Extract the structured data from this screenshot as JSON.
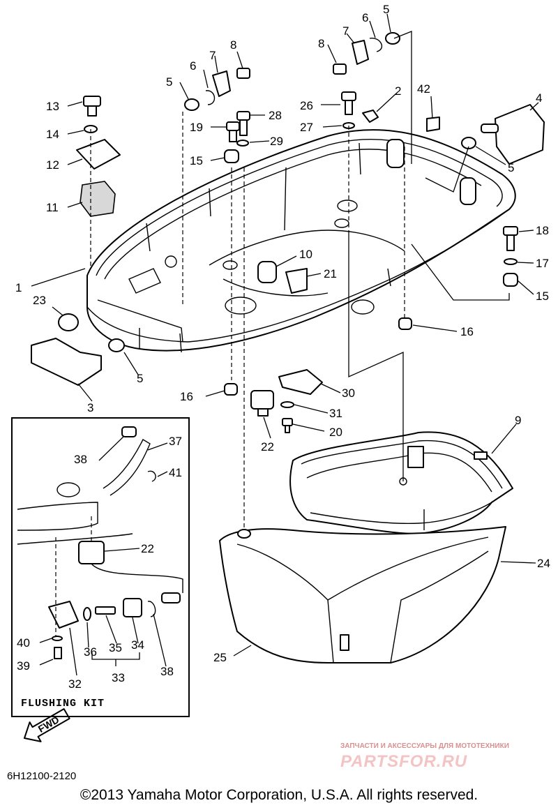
{
  "callouts": [
    {
      "id": "c1",
      "text": "1"
    },
    {
      "id": "c2",
      "text": "2"
    },
    {
      "id": "c3",
      "text": "3"
    },
    {
      "id": "c4",
      "text": "4"
    },
    {
      "id": "c5a",
      "text": "5"
    },
    {
      "id": "c5b",
      "text": "5"
    },
    {
      "id": "c5c",
      "text": "5"
    },
    {
      "id": "c5d",
      "text": "5"
    },
    {
      "id": "c6a",
      "text": "6"
    },
    {
      "id": "c6b",
      "text": "6"
    },
    {
      "id": "c7a",
      "text": "7"
    },
    {
      "id": "c7b",
      "text": "7"
    },
    {
      "id": "c8a",
      "text": "8"
    },
    {
      "id": "c8b",
      "text": "8"
    },
    {
      "id": "c9",
      "text": "9"
    },
    {
      "id": "c10",
      "text": "10"
    },
    {
      "id": "c11",
      "text": "11"
    },
    {
      "id": "c12",
      "text": "12"
    },
    {
      "id": "c13",
      "text": "13"
    },
    {
      "id": "c14",
      "text": "14"
    },
    {
      "id": "c15a",
      "text": "15"
    },
    {
      "id": "c15b",
      "text": "15"
    },
    {
      "id": "c16a",
      "text": "16"
    },
    {
      "id": "c16b",
      "text": "16"
    },
    {
      "id": "c17",
      "text": "17"
    },
    {
      "id": "c18",
      "text": "18"
    },
    {
      "id": "c19",
      "text": "19"
    },
    {
      "id": "c20",
      "text": "20"
    },
    {
      "id": "c21",
      "text": "21"
    },
    {
      "id": "c22a",
      "text": "22"
    },
    {
      "id": "c22b",
      "text": "22"
    },
    {
      "id": "c23",
      "text": "23"
    },
    {
      "id": "c24",
      "text": "24"
    },
    {
      "id": "c25",
      "text": "25"
    },
    {
      "id": "c26",
      "text": "26"
    },
    {
      "id": "c27",
      "text": "27"
    },
    {
      "id": "c28",
      "text": "28"
    },
    {
      "id": "c29",
      "text": "29"
    },
    {
      "id": "c30",
      "text": "30"
    },
    {
      "id": "c31",
      "text": "31"
    },
    {
      "id": "c32",
      "text": "32"
    },
    {
      "id": "c33",
      "text": "33"
    },
    {
      "id": "c34",
      "text": "34"
    },
    {
      "id": "c35",
      "text": "35"
    },
    {
      "id": "c36",
      "text": "36"
    },
    {
      "id": "c37",
      "text": "37"
    },
    {
      "id": "c38a",
      "text": "38"
    },
    {
      "id": "c38b",
      "text": "38"
    },
    {
      "id": "c39",
      "text": "39"
    },
    {
      "id": "c40",
      "text": "40"
    },
    {
      "id": "c41",
      "text": "41"
    },
    {
      "id": "c42",
      "text": "42"
    }
  ],
  "flushing_kit_label": "FLUSHING KIT",
  "fwd_label": "FWD",
  "document_code": "6H12100-2120",
  "copyright": "©2013 Yamaha Motor Corporation, U.S.A. All rights reserved.",
  "watermark": {
    "tagline": "ЗАПЧАСТИ И АКСЕССУАРЫ ДЛЯ МОТОТЕХНИКИ",
    "brand": "PARTSFOR.RU"
  }
}
